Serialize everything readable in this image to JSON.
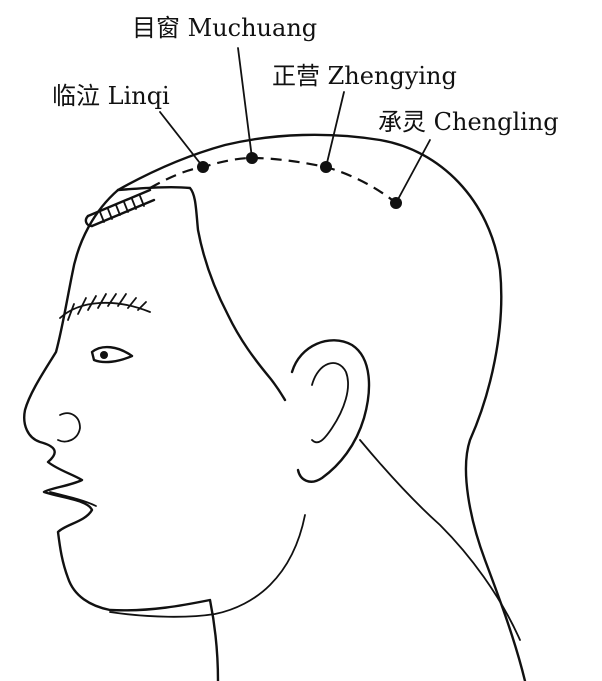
{
  "points": [
    {
      "key": "linqi",
      "label": "临泣 Linqi"
    },
    {
      "key": "muchuang",
      "label": "目窗 Muchuang"
    },
    {
      "key": "zhengying",
      "label": "正营 Zhengying"
    },
    {
      "key": "chengling",
      "label": "承灵 Chengling"
    }
  ],
  "colors": {
    "ink": "#111111",
    "paper": "#ffffff"
  }
}
